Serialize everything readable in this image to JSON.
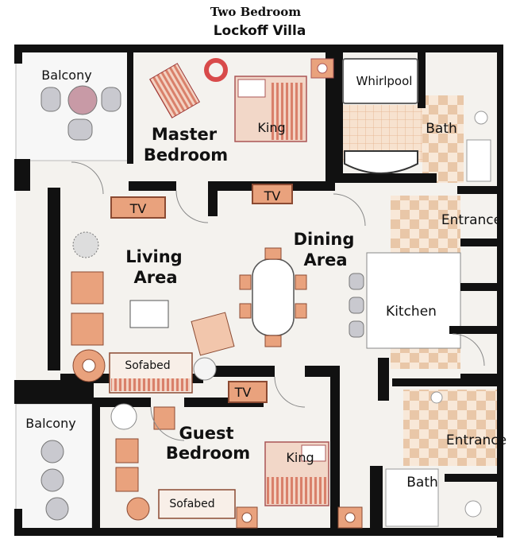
{
  "title": "Two Bedroom",
  "subtitle": "Lockoff Villa",
  "rooms": {
    "balcony_top": "Balcony",
    "master_line1": "Master",
    "master_line2": "Bedroom",
    "king_master": "King",
    "whirlpool": "Whirlpool",
    "bath_top": "Bath",
    "tv_master": "TV",
    "tv_living": "TV",
    "entrance_top": "Entrance",
    "living_line1": "Living",
    "living_line2": "Area",
    "dining_line1": "Dining",
    "dining_line2": "Area",
    "kitchen": "Kitchen",
    "sofabed_living": "Sofabed",
    "tv_guest": "TV",
    "balcony_bottom": "Balcony",
    "guest_line1": "Guest",
    "guest_line2": "Bedroom",
    "king_guest": "King",
    "entrance_bottom": "Entrance",
    "bath_bottom": "Bath",
    "sofabed_guest": "Sofabed"
  },
  "colors": {
    "wall": "#111111",
    "floor": "#f4f2ee",
    "tile": "#f6dcc4",
    "checker_light": "#f8e8d8",
    "checker_dark": "#e9c7a8",
    "furniture": "#e9a27d",
    "furniture_dark": "#c56a45",
    "chair": "#c9c9cf",
    "rug": "#d84a4a",
    "bed": "#f2d7c8"
  }
}
